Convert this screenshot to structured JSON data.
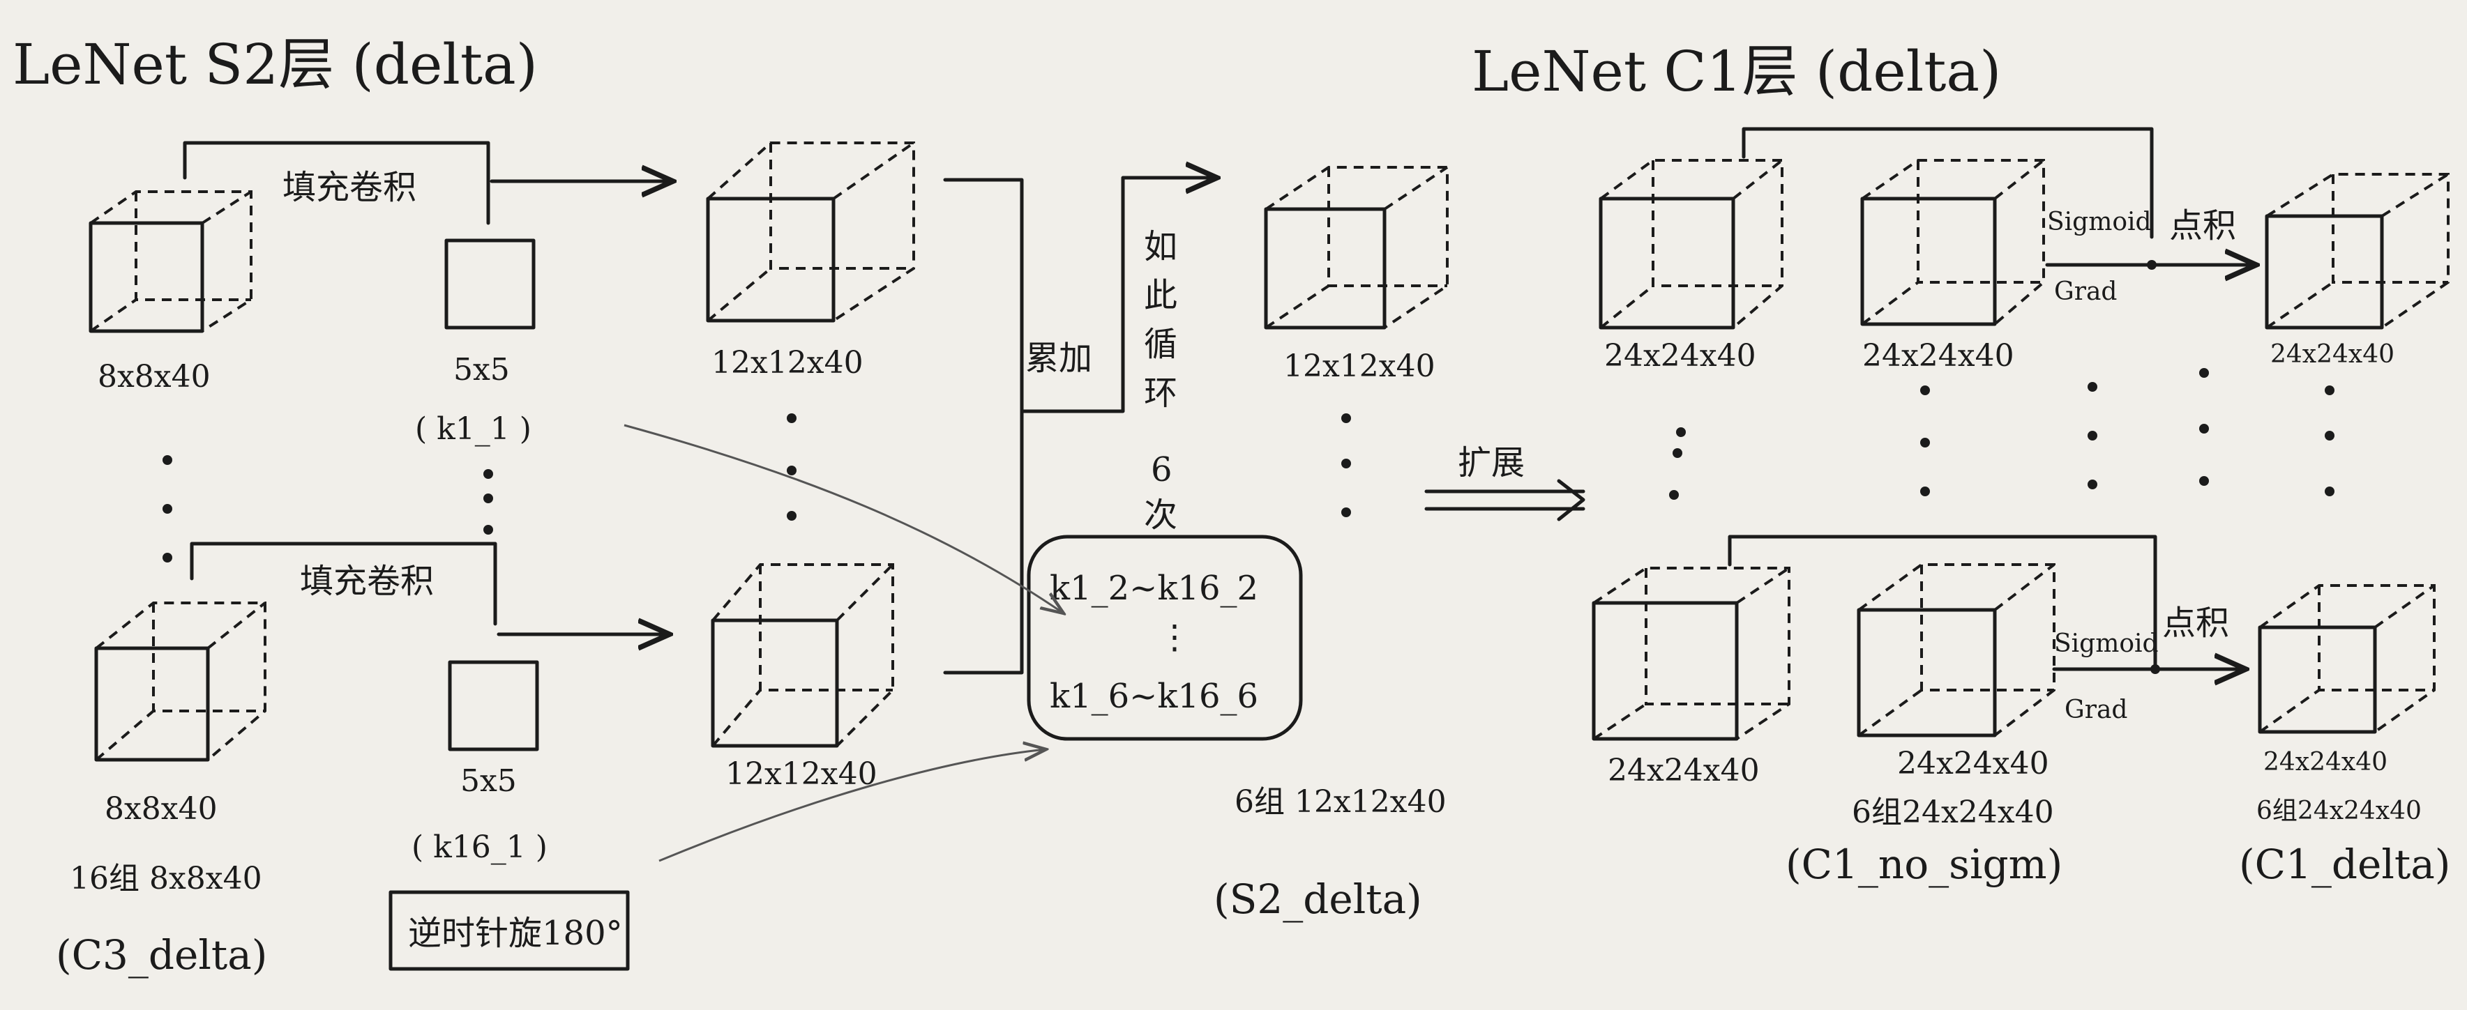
{
  "titles": {
    "s2": "LeNet S2层 (delta)",
    "c1": "LeNet C1层 (delta)"
  },
  "left": {
    "conv_label_top": "填充卷积",
    "conv_label_bottom": "填充卷积",
    "c3_dim_top": "8x8x40",
    "c3_dim_bottom": "8x8x40",
    "kernel_dim_top": "5x5",
    "kernel_dim_bottom": "5x5",
    "kernel_name_top": "( k1_1 )",
    "kernel_name_bottom": "( k16_1 )",
    "out_dim_top": "12x12x40",
    "out_dim_bottom": "12x12x40",
    "group_label": "16组 8x8x40",
    "c3_name": "(C3_delta)",
    "rotate_note": "逆时针旋180°",
    "accumulate": "累加",
    "loop_note": [
      "如",
      "此",
      "循",
      "环",
      "6",
      "次"
    ],
    "kernel_group_1": "k1_2~k16_2",
    "kernel_group_dots": "⋮",
    "kernel_group_2": "k1_6~k16_6",
    "s2_dim": "12x12x40",
    "s2_group": "6组 12x12x40",
    "s2_name": "(S2_delta)",
    "expand": "扩展"
  },
  "right": {
    "dim_a_top": "24x24x40",
    "dim_b_top": "24x24x40",
    "dim_c_top": "24x24x40",
    "dim_a_bottom": "24x24x40",
    "dim_b_bottom": "24x24x40",
    "dim_c_bottom": "24x24x40",
    "sigmoid_top": "Sigmoid",
    "grad_top": "Grad",
    "sigmoid_bottom": "Sigmoid",
    "grad_bottom": "Grad",
    "dot_top": "点积",
    "dot_bottom": "点积",
    "group_b": "6组24x24x40",
    "group_c": "6组24x24x40",
    "name_b": "(C1_no_sigm)",
    "name_c": "(C1_delta)"
  }
}
